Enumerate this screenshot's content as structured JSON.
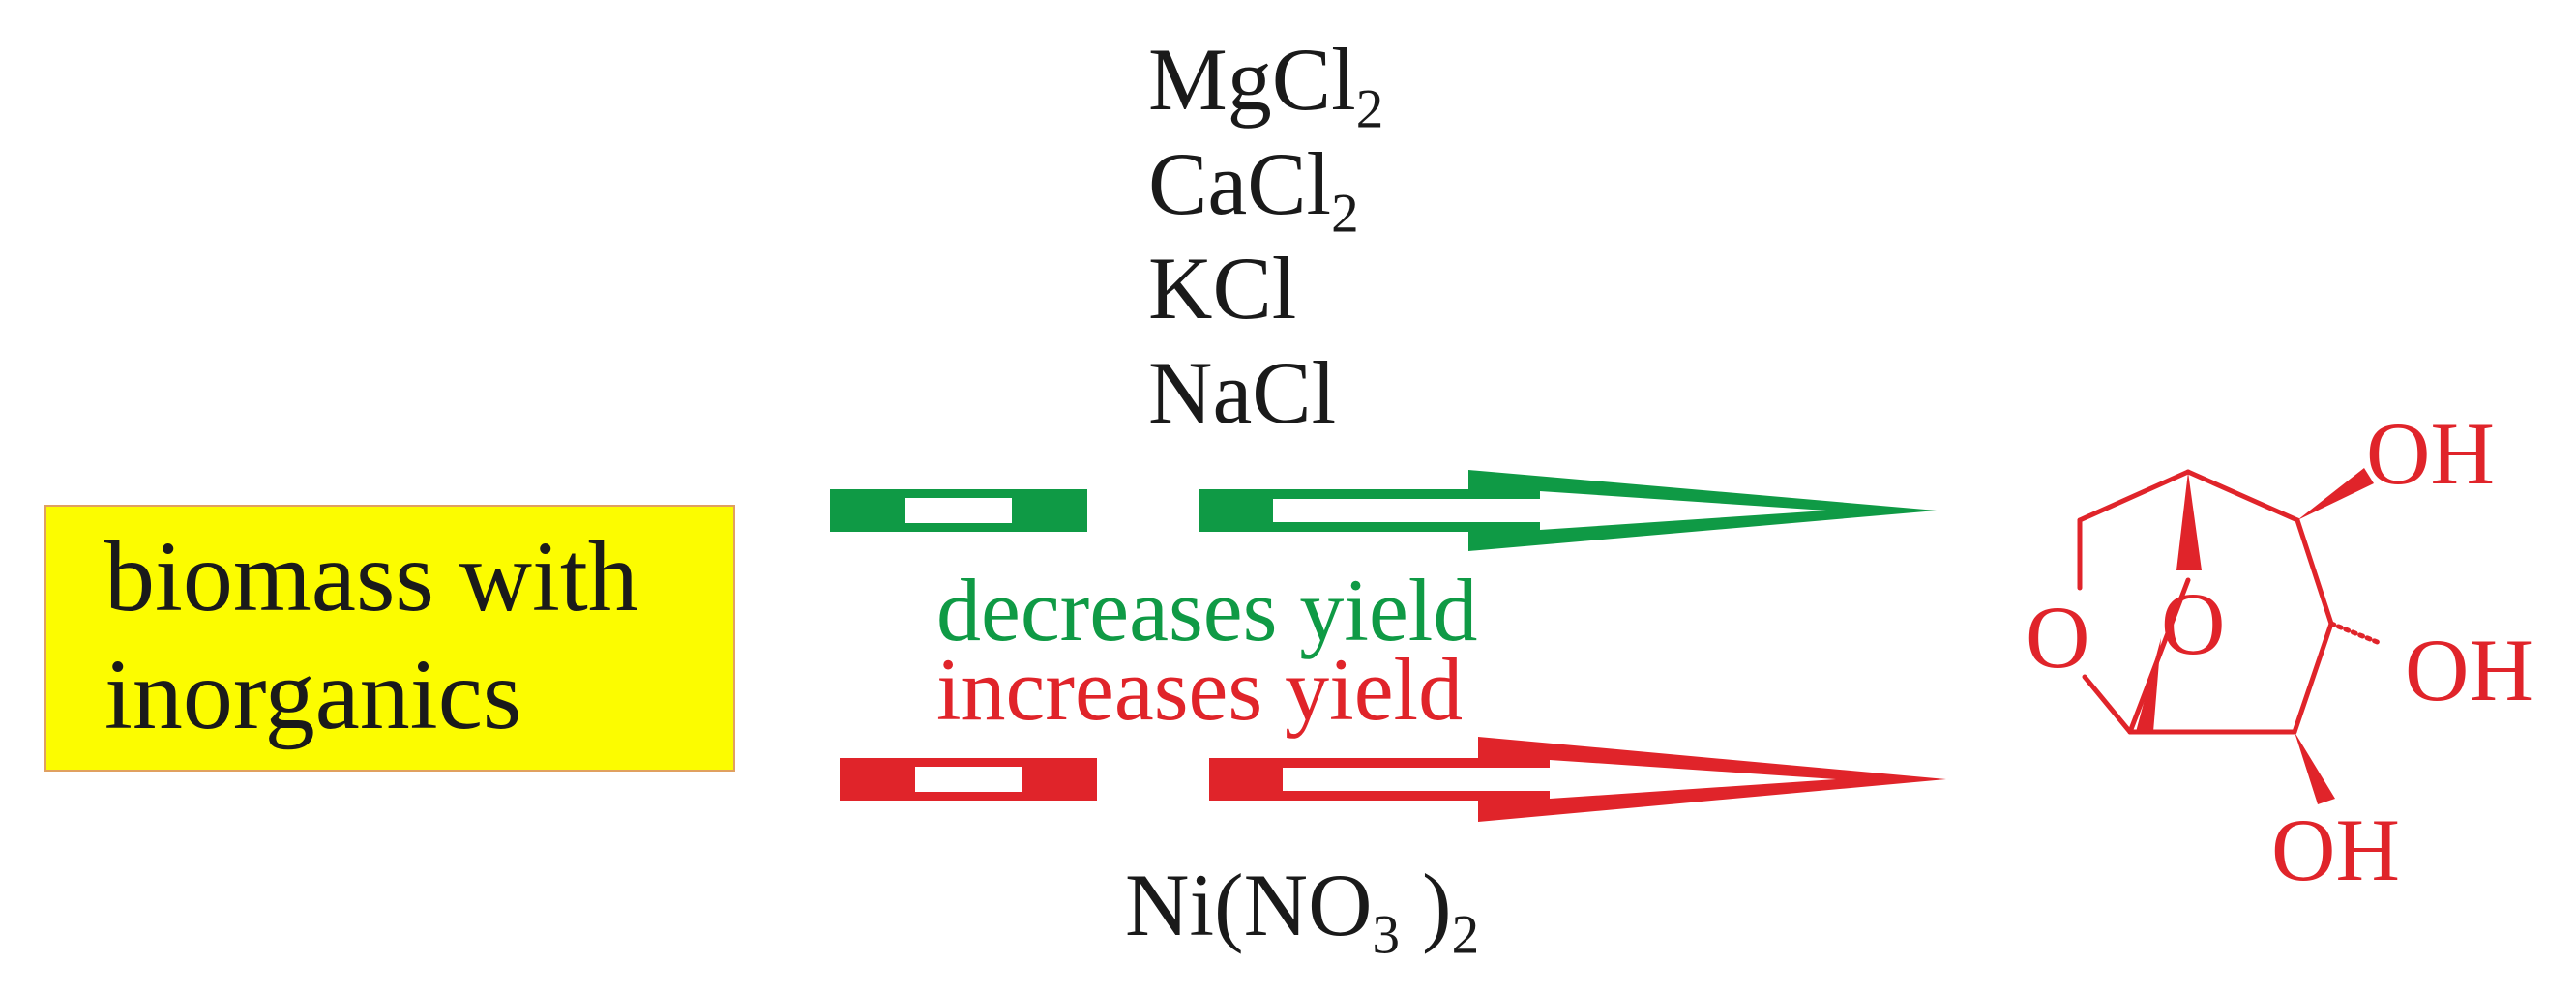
{
  "box": {
    "line1": "biomass with",
    "line2": "inorganics"
  },
  "salts": [
    {
      "base": "MgCl",
      "sub": "2"
    },
    {
      "base": "CaCl",
      "sub": "2"
    },
    {
      "base": "KCl",
      "sub": ""
    },
    {
      "base": "NaCl",
      "sub": ""
    }
  ],
  "labels": {
    "decreases": "decreases yield",
    "increases": "increases yield"
  },
  "bottom_salt": {
    "part1": "Ni(NO",
    "sub1": "3",
    "part2": " )",
    "sub2": "2"
  },
  "molecule": {
    "oh_labels": [
      "OH",
      "OH",
      "OH"
    ],
    "ring_o_labels": [
      "O",
      "O"
    ]
  },
  "colors": {
    "green": "#0f9a45",
    "red": "#e0242a",
    "box_fill": "#fcfc00",
    "text": "#1a1a1a"
  }
}
